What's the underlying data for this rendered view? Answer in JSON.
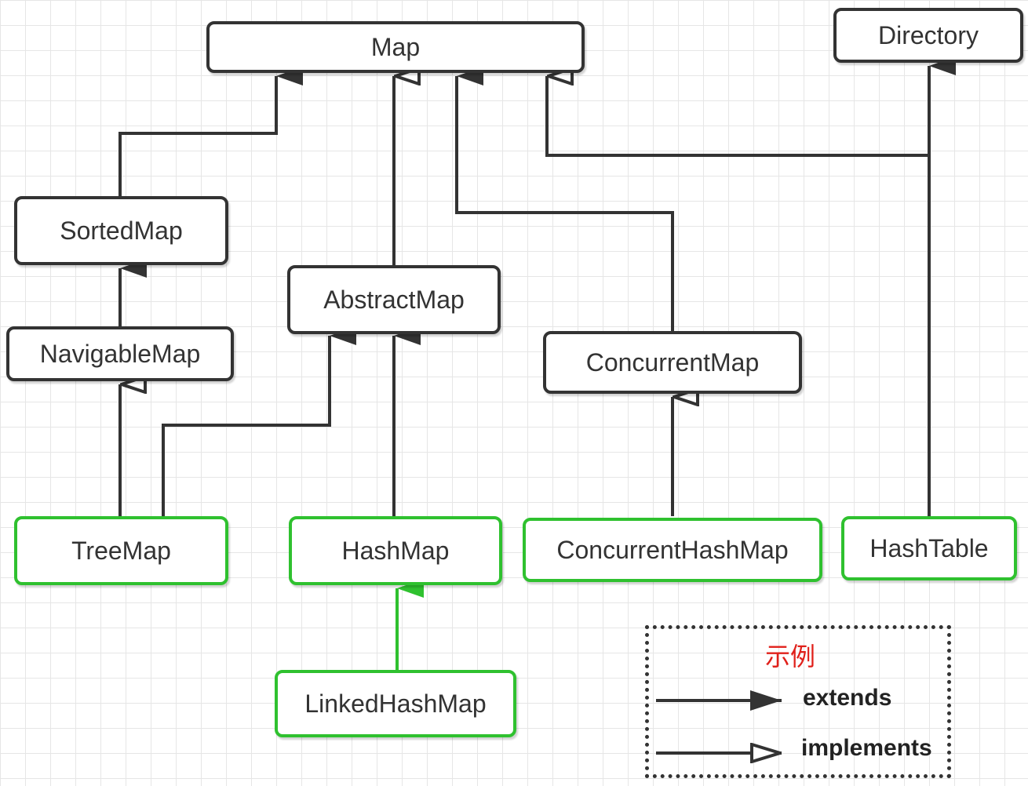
{
  "nodes": {
    "map": "Map",
    "directory": "Directory",
    "sorted_map": "SortedMap",
    "abstract_map": "AbstractMap",
    "navigable_map": "NavigableMap",
    "concurrent_map": "ConcurrentMap",
    "tree_map": "TreeMap",
    "hash_map": "HashMap",
    "concurrent_hash_map": "ConcurrentHashMap",
    "hash_table": "HashTable",
    "linked_hash_map": "LinkedHashMap"
  },
  "edges": [
    {
      "from": "SortedMap",
      "to": "Map",
      "type": "extends"
    },
    {
      "from": "AbstractMap",
      "to": "Map",
      "type": "implements"
    },
    {
      "from": "ConcurrentMap",
      "to": "Map",
      "type": "extends"
    },
    {
      "from": "HashTable",
      "to": "Map",
      "type": "implements"
    },
    {
      "from": "HashTable",
      "to": "Directory",
      "type": "extends"
    },
    {
      "from": "NavigableMap",
      "to": "SortedMap",
      "type": "extends"
    },
    {
      "from": "TreeMap",
      "to": "NavigableMap",
      "type": "implements"
    },
    {
      "from": "TreeMap",
      "to": "AbstractMap",
      "type": "extends"
    },
    {
      "from": "HashMap",
      "to": "AbstractMap",
      "type": "extends"
    },
    {
      "from": "ConcurrentHashMap",
      "to": "ConcurrentMap",
      "type": "implements"
    },
    {
      "from": "LinkedHashMap",
      "to": "HashMap",
      "type": "extends"
    }
  ],
  "legend": {
    "title": "示例",
    "extends_label": "extends",
    "implements_label": "implements"
  },
  "colors": {
    "node_border": "#333333",
    "impl_class_border": "#2fc12f",
    "legend_title": "#e0201a",
    "grid": "#e6e6e6"
  }
}
